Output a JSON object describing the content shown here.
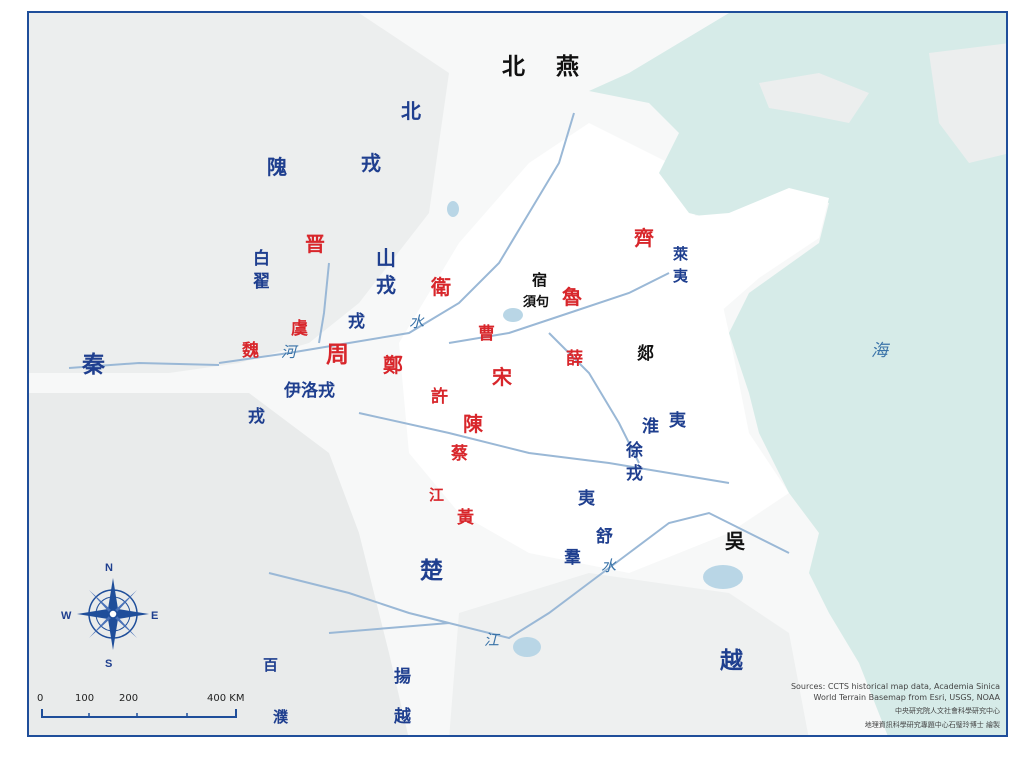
{
  "map": {
    "sea_color": "#d6ebe8",
    "land_color": "#f7f8f8",
    "plain_color": "#ffffff",
    "river_color": "#9ab8d6",
    "border_color": "#1f4e9a",
    "label_colors": {
      "red": "#d8262b",
      "blue": "#1f3f8f",
      "black": "#111111"
    },
    "labels": {
      "yan": "燕",
      "north_beirong": "北",
      "north_beirong2": "北",
      "rong_north": "戎",
      "gui": "隗",
      "jin": "晋",
      "shan": "山",
      "shanrong": "戎",
      "bai": "白",
      "di": "翟",
      "wei_state": "衛",
      "qi": "齊",
      "lai": "萊",
      "yi_lai": "夷",
      "su": "宿",
      "xugou": "須句",
      "lu": "魯",
      "cao": "曹",
      "rong_mid": "戎",
      "yu": "虞",
      "wei_west": "魏",
      "zhou": "周",
      "zheng": "鄭",
      "song": "宋",
      "xue": "薛",
      "tan": "郯",
      "qin": "秦",
      "yiluorong": "伊洛戎",
      "rong_sw": "戎",
      "xu_state": "許",
      "chen": "陳",
      "huai": "淮",
      "yi_huai": "夷",
      "xu_rong": "徐",
      "xu_rong2": "戎",
      "cai": "蔡",
      "jiang": "江",
      "huang": "黃",
      "yi_south": "夷",
      "shu": "舒",
      "qun": "羣",
      "wu": "吳",
      "chu": "楚",
      "bai_pu": "百",
      "pu": "濮",
      "yang": "揚",
      "yue_yang": "越",
      "yue": "越",
      "water_shui": "水",
      "water_he": "河",
      "water_jiang": "江",
      "water_shui2": "水",
      "water_hai": "海"
    }
  },
  "compass": {
    "n": "N",
    "s": "S",
    "e": "E",
    "w": "W"
  },
  "scale": {
    "t0": "0",
    "t100": "100",
    "t200": "200",
    "t400": "400 KM"
  },
  "credits": {
    "line1": "Sources: CCTS historical map data, Academia Sinica",
    "line2": "World Terrain Basemap from Esri, USGS, NOAA",
    "line3": "中央研究院人文社會科學研究中心",
    "line4": "地理資訊科學研究專題中心石璧玲博士 繪製"
  }
}
